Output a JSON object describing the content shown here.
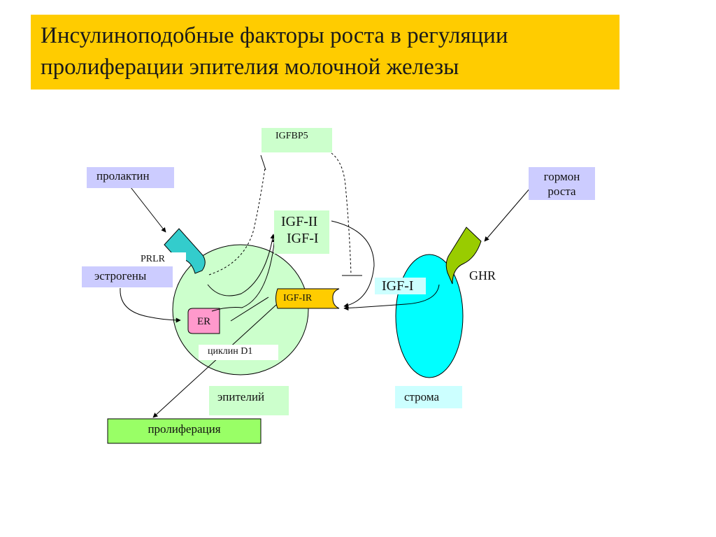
{
  "title": {
    "line1": "Инсулиноподобные факторы роста в регуляции",
    "line2": "пролиферации эпителия молочной железы"
  },
  "labels": {
    "igfbp5": "IGFBP5",
    "prolactin": "пролактин",
    "growth_hormone_line1": "гормон",
    "growth_hormone_line2": "роста",
    "igf2": "IGF-II",
    "igf1_epi": "IGF-I",
    "prlr": "PRLR",
    "estrogens": "эстрогены",
    "igf_ir": "IGF-IR",
    "igf1_stroma": "IGF-I",
    "ghr": "GHR",
    "er": "ER",
    "cyclin_d1": "циклин D1",
    "epithelium": "эпителий",
    "stroma": "строма",
    "proliferation": "пролиферация"
  },
  "colors": {
    "title_bg": "#ffcc00",
    "epithelium_cell": "#ccffcc",
    "stroma_cell": "#00ffff",
    "prlr_receptor": "#33cccc",
    "ghr_receptor": "#99cc00",
    "igf_ir_receptor": "#ffcc00",
    "er_receptor": "#ff99cc",
    "proliferation_box": "#99ff66",
    "label_lavender": "#ccccff",
    "label_mint": "#ccffcc",
    "label_cyan": "#ccffff"
  }
}
